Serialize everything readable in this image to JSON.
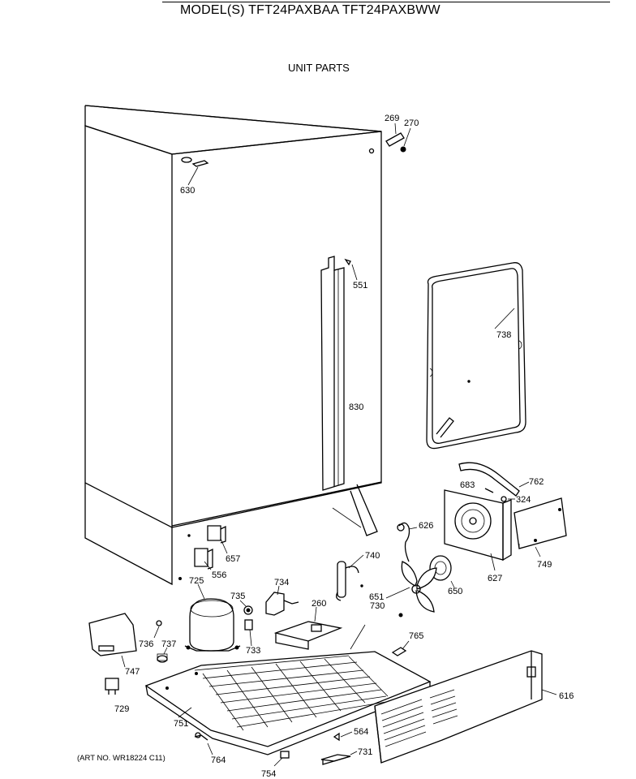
{
  "header": {
    "model_title": "MODEL(S) TFT24PAXBAA  TFT24PAXBWW",
    "section_title": "UNIT PARTS"
  },
  "footer": {
    "art_number": "(ART NO. WR18224 C11)"
  },
  "parts": [
    {
      "id": "p269",
      "label": "269"
    },
    {
      "id": "p270",
      "label": "270"
    },
    {
      "id": "p630",
      "label": "630"
    },
    {
      "id": "p551",
      "label": "551"
    },
    {
      "id": "p738",
      "label": "738"
    },
    {
      "id": "p830",
      "label": "830"
    },
    {
      "id": "p762",
      "label": "762"
    },
    {
      "id": "p683",
      "label": "683"
    },
    {
      "id": "p324",
      "label": "324"
    },
    {
      "id": "p626",
      "label": "626"
    },
    {
      "id": "p657",
      "label": "657"
    },
    {
      "id": "p556",
      "label": "556"
    },
    {
      "id": "p740",
      "label": "740"
    },
    {
      "id": "p627",
      "label": "627"
    },
    {
      "id": "p749",
      "label": "749"
    },
    {
      "id": "p725",
      "label": "725"
    },
    {
      "id": "p734",
      "label": "734"
    },
    {
      "id": "p650",
      "label": "650"
    },
    {
      "id": "p735",
      "label": "735"
    },
    {
      "id": "p260",
      "label": "260"
    },
    {
      "id": "p651",
      "label": "651"
    },
    {
      "id": "p730",
      "label": "730"
    },
    {
      "id": "p736",
      "label": "736"
    },
    {
      "id": "p737",
      "label": "737"
    },
    {
      "id": "p733",
      "label": "733"
    },
    {
      "id": "p765",
      "label": "765"
    },
    {
      "id": "p747",
      "label": "747"
    },
    {
      "id": "p616",
      "label": "616"
    },
    {
      "id": "p729",
      "label": "729"
    },
    {
      "id": "p751",
      "label": "751"
    },
    {
      "id": "p564",
      "label": "564"
    },
    {
      "id": "p764",
      "label": "764"
    },
    {
      "id": "p731",
      "label": "731"
    },
    {
      "id": "p754",
      "label": "754"
    }
  ]
}
